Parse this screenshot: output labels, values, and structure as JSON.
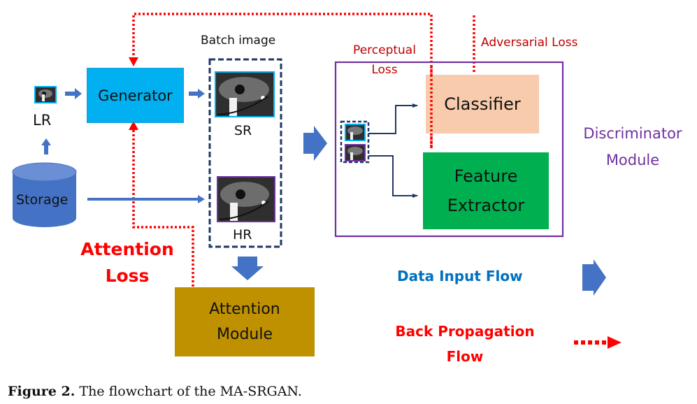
{
  "figure": {
    "caption_label": "Figure 2.",
    "caption_text": " The flowchart of the MA-SRGAN."
  },
  "nodes": {
    "lr_label": "LR",
    "generator": "Generator",
    "storage": "Storage",
    "batch_image_label": "Batch image",
    "sr_label": "SR",
    "hr_label": "HR",
    "attention_module_line1": "Attention",
    "attention_module_line2": "Module",
    "classifier": "Classifier",
    "feature_extractor_line1": "Feature",
    "feature_extractor_line2": "Extractor",
    "discriminator_line1": "Discriminator",
    "discriminator_line2": "Module"
  },
  "losses": {
    "perceptual_line1": "Perceptual",
    "perceptual_line2": "Loss",
    "adversarial": "Adversarial Loss",
    "attention_line1": "Attention",
    "attention_line2": "Loss"
  },
  "legend": {
    "data_input_flow": "Data Input Flow",
    "back_propagation_line1": "Back Propagation",
    "back_propagation_line2": "Flow"
  },
  "colors": {
    "generator_fill": "#00b0f0",
    "storage_fill": "#4472c4",
    "classifier_fill": "#f8cbad",
    "feature_extractor_fill": "#00b050",
    "attention_module_fill": "#bf9000",
    "discriminator_border": "#7030a0",
    "batch_border": "#1f3864",
    "data_arrow": "#4472c4",
    "backprop": "#ff0000",
    "loss_label_dark_red": "#c00000",
    "data_flow_label": "#0070c0"
  }
}
